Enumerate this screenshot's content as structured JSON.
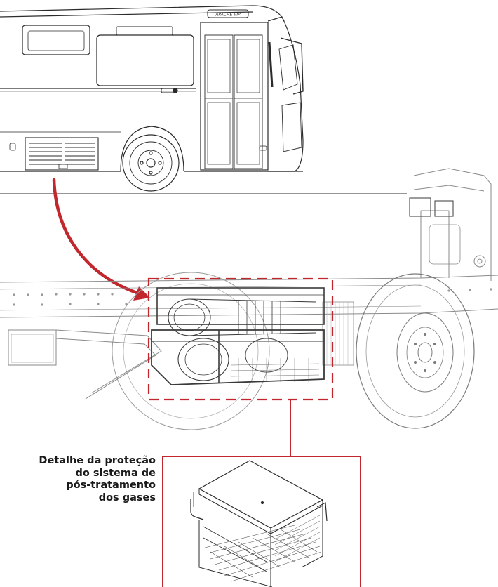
{
  "bus": {
    "badge": "APACHE VIP"
  },
  "callout": {
    "lines": [
      "Detalhe da proteção",
      "do sistema de",
      "pós-tratamento",
      "dos gases"
    ]
  },
  "colors": {
    "accent_red": "#c1272d",
    "line_dark": "#2b2b2b",
    "line_light": "#7a7a7a"
  }
}
